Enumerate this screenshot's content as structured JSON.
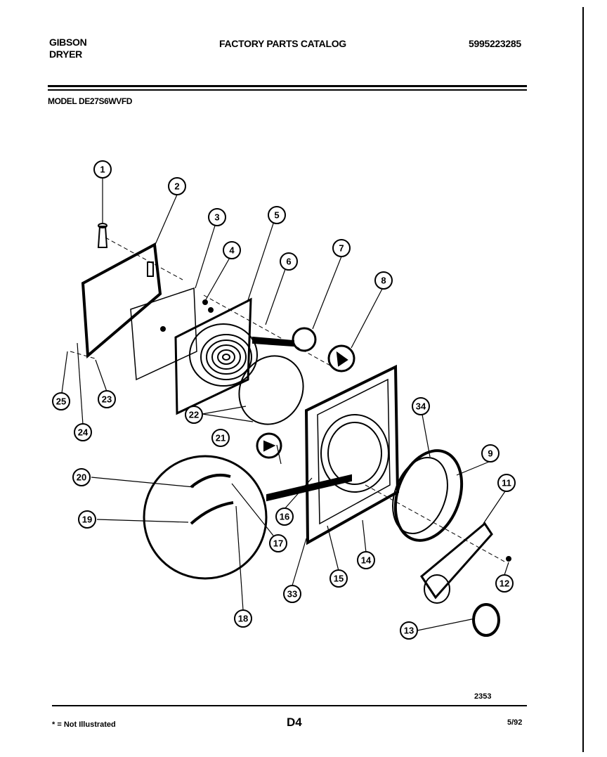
{
  "header": {
    "brand_line1": "GIBSON",
    "brand_line2": "DRYER",
    "catalog_title": "FACTORY PARTS CATALOG",
    "catalog_number": "5995223285",
    "model": "MODEL DE27S6WVFD"
  },
  "callouts": [
    "1",
    "2",
    "3",
    "4",
    "5",
    "6",
    "7",
    "8",
    "9",
    "11",
    "12",
    "13",
    "14",
    "15",
    "16",
    "17",
    "18",
    "19",
    "20",
    "21",
    "22",
    "23",
    "24",
    "25",
    "33",
    "34"
  ],
  "footer": {
    "figure_number": "2353",
    "note": "* = Not Illustrated",
    "page": "D4",
    "date": "5/92"
  }
}
